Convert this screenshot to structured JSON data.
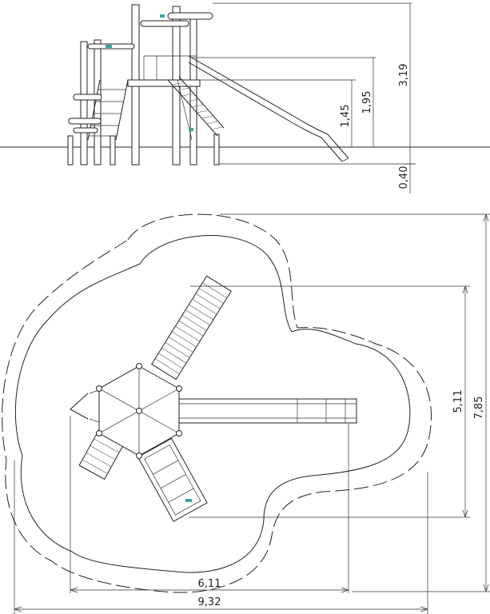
{
  "elevation": {
    "dimensions": {
      "platform_height": "1,45",
      "slide_height": "1,95",
      "total_height": "3,19",
      "foundation_depth": "0,40"
    }
  },
  "plan": {
    "dimensions": {
      "depth_inner": "5,11",
      "depth_outer": "7,85",
      "width_inner": "6,11",
      "width_outer": "9,32"
    }
  },
  "colors": {
    "line": "#222222",
    "accent": "#3aa6a0"
  }
}
